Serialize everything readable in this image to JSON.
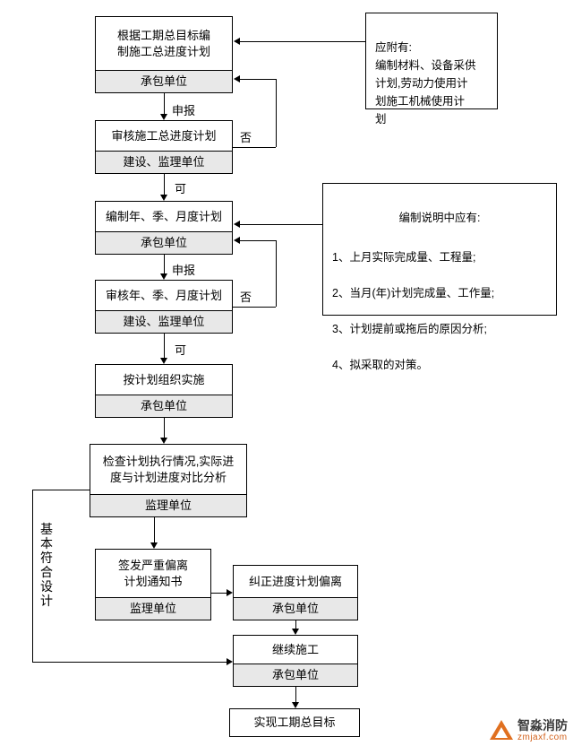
{
  "diagram": {
    "nodes": [
      {
        "id": "n1",
        "title": "根据工期总目标编\n制施工总进度计划",
        "sub": "承包单位"
      },
      {
        "id": "n2",
        "title": "审核施工总进度计划",
        "sub": "建设、监理单位"
      },
      {
        "id": "n3",
        "title": "编制年、季、月度计划",
        "sub": "承包单位"
      },
      {
        "id": "n4",
        "title": "审核年、季、月度计划",
        "sub": "建设、监理单位"
      },
      {
        "id": "n5",
        "title": "按计划组织实施",
        "sub": "承包单位"
      },
      {
        "id": "n6",
        "title": "检查计划执行情况,实际进\n度与计划进度对比分析",
        "sub": "监理单位"
      },
      {
        "id": "n7",
        "title": "签发严重偏离\n计划通知书",
        "sub": "监理单位"
      },
      {
        "id": "n8",
        "title": "纠正进度计划偏离",
        "sub": "承包单位"
      },
      {
        "id": "n9",
        "title": "继续施工",
        "sub": "承包单位"
      },
      {
        "id": "n10",
        "title": "实现工期总目标",
        "sub": ""
      }
    ],
    "notes": [
      {
        "id": "note1",
        "head": "",
        "text": "应附有:\n编制材料、设备采供\n计划,劳动力使用计\n划施工机械使用计\n划"
      },
      {
        "id": "note2",
        "head": "编制说明中应有:",
        "text": "1、上月实际完成量、工程量;\n\n2、当月(年)计划完成量、工作量;\n\n3、计划提前或拖后的原因分析;\n\n4、拟采取的对策。"
      }
    ],
    "edge_labels": [
      {
        "id": "l1",
        "text": "申报"
      },
      {
        "id": "l2",
        "text": "否"
      },
      {
        "id": "l3",
        "text": "可"
      },
      {
        "id": "l4",
        "text": "申报"
      },
      {
        "id": "l5",
        "text": "否"
      },
      {
        "id": "l6",
        "text": "可"
      }
    ],
    "side_label": {
      "id": "side1",
      "text": "基\n本\n符\n合\n设\n计"
    },
    "colors": {
      "node_border": "#000000",
      "sub_fill": "#e8e8e8",
      "background": "#ffffff",
      "watermark_orange": "#d2601a"
    }
  },
  "watermark": {
    "main": "智淼消防",
    "sub": "zmjaxf.com"
  }
}
